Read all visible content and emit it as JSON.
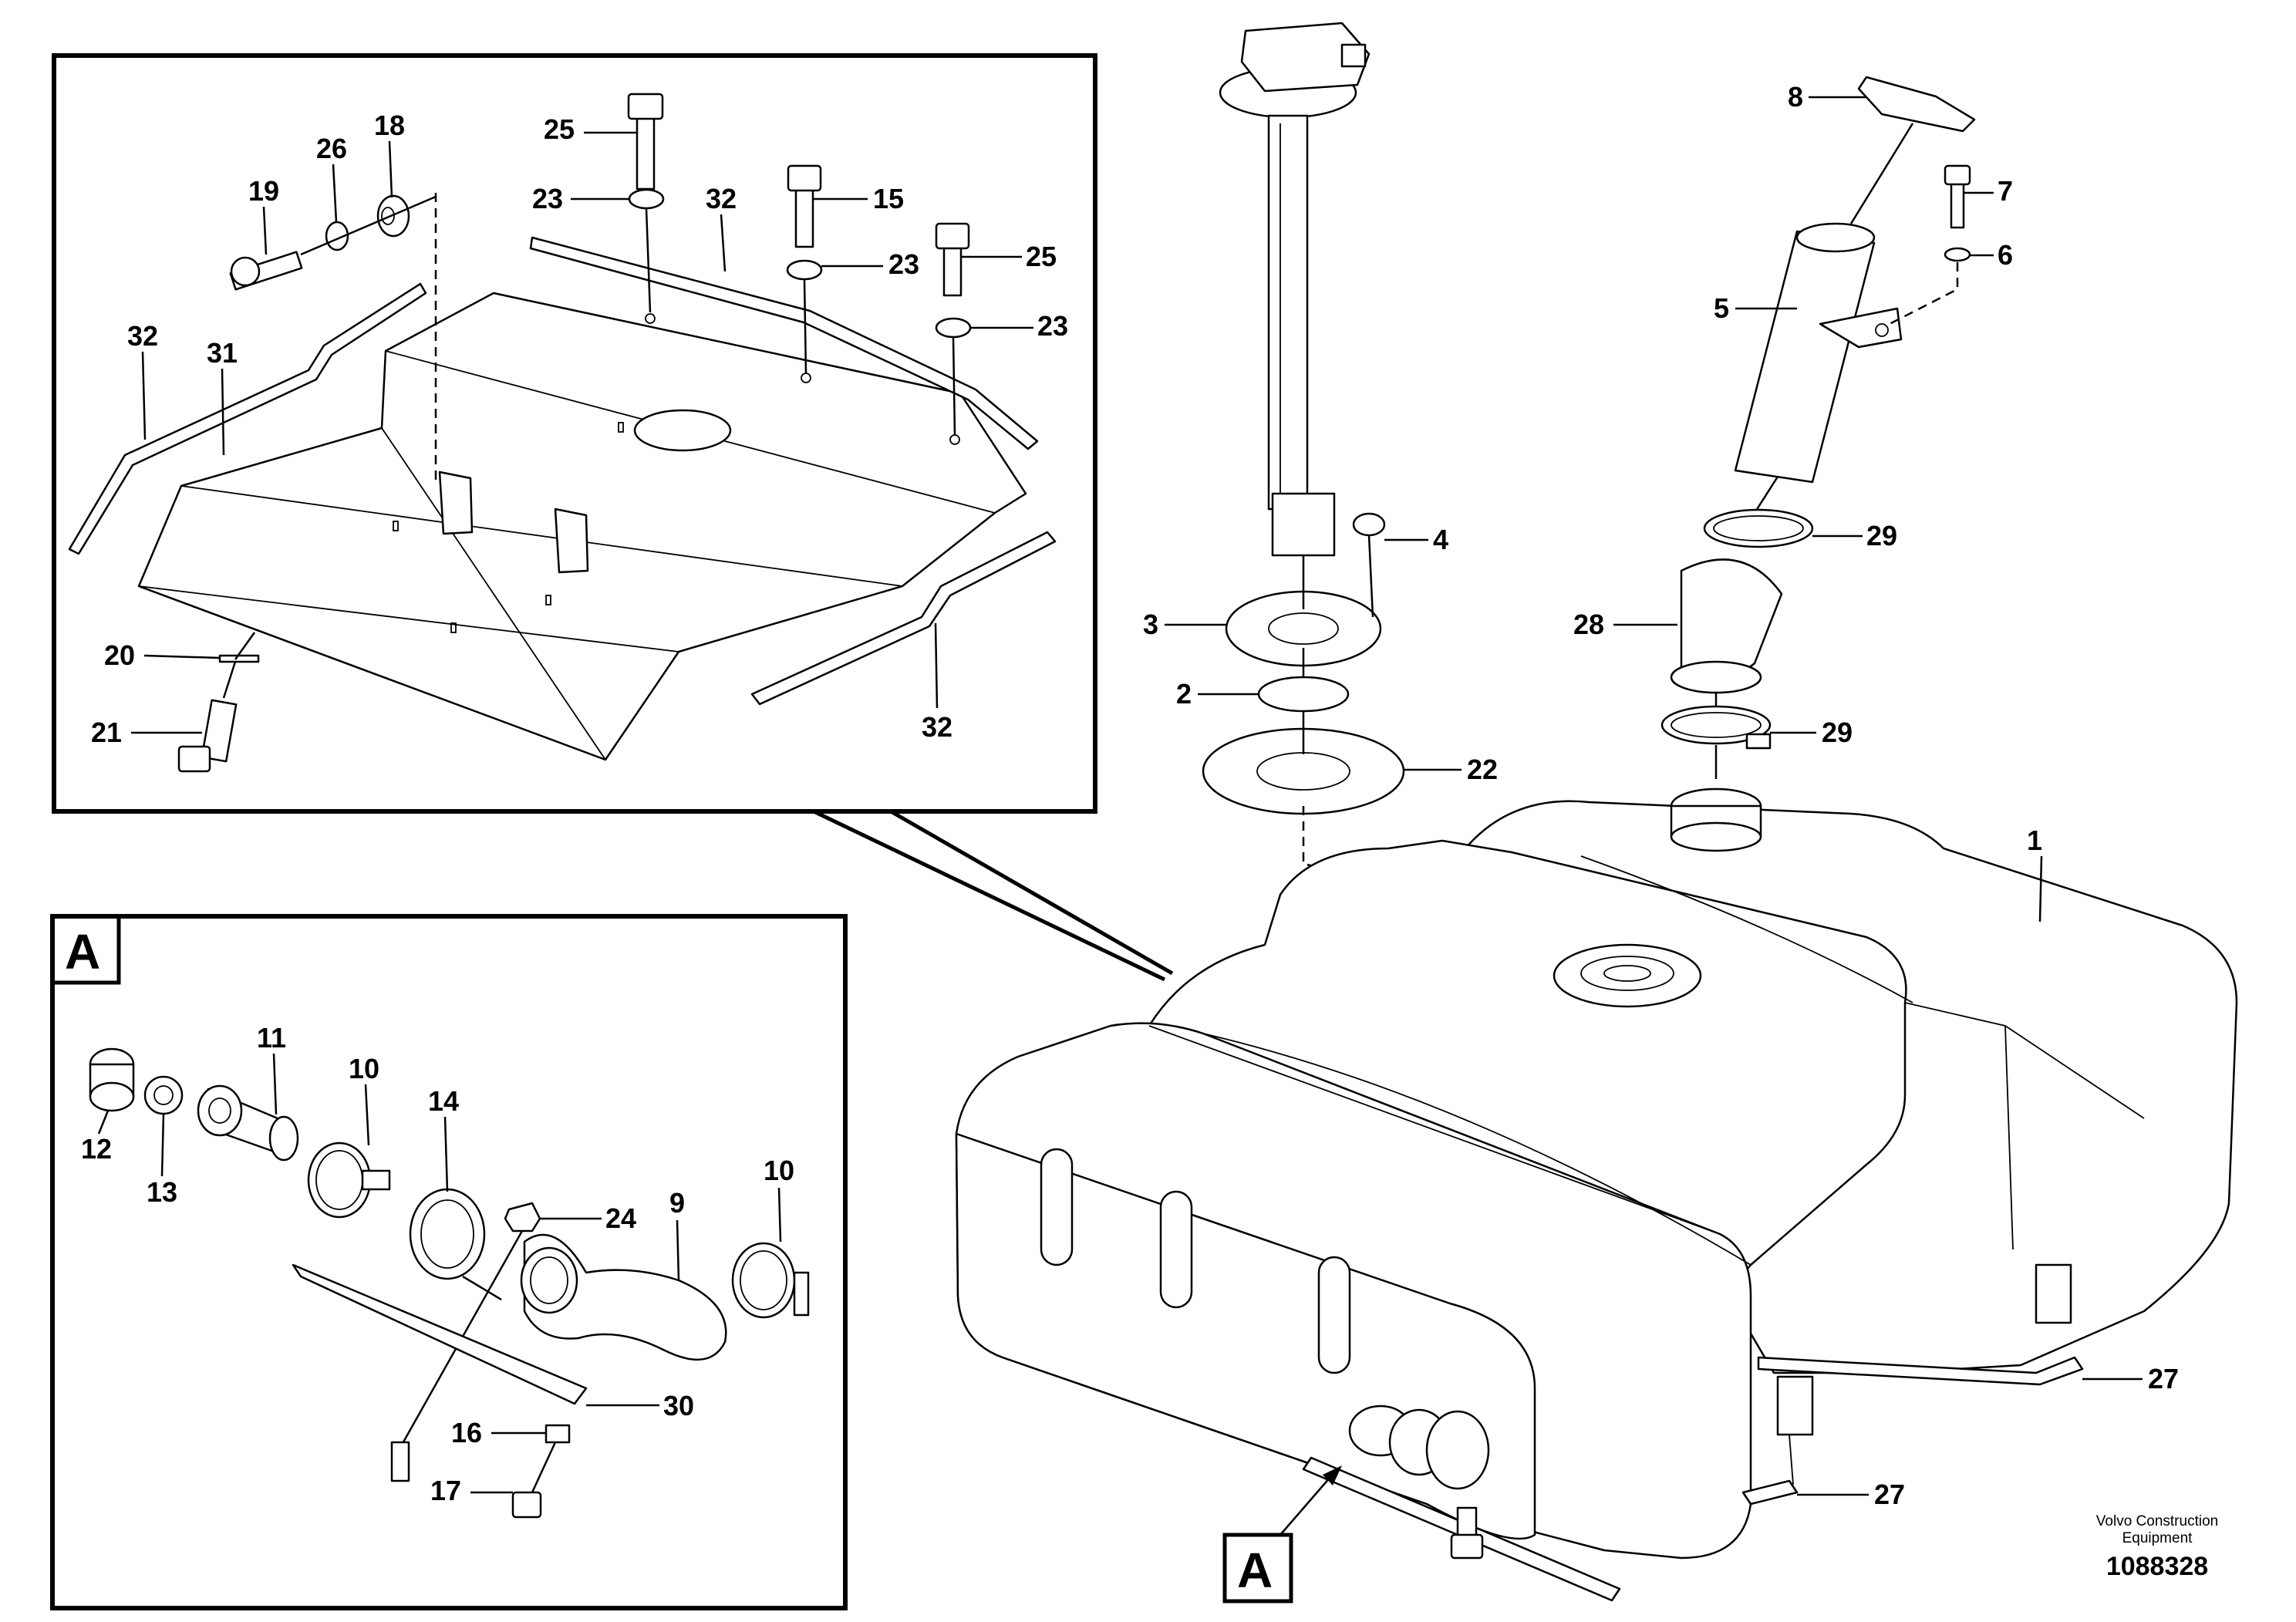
{
  "callouts": {
    "c1": "1",
    "c2": "2",
    "c3": "3",
    "c4": "4",
    "c5": "5",
    "c6": "6",
    "c7": "7",
    "c8": "8",
    "c9": "9",
    "c10a": "10",
    "c10b": "10",
    "c11": "11",
    "c12": "12",
    "c13": "13",
    "c14": "14",
    "c15": "15",
    "c16": "16",
    "c17": "17",
    "c18": "18",
    "c19": "19",
    "c20": "20",
    "c21": "21",
    "c22": "22",
    "c23a": "23",
    "c23b": "23",
    "c23c": "23",
    "c24": "24",
    "c25a": "25",
    "c25b": "25",
    "c26": "26",
    "c27a": "27",
    "c27b": "27",
    "c28": "28",
    "c29a": "29",
    "c29b": "29",
    "c30": "30",
    "c31": "31",
    "c32a": "32",
    "c32b": "32",
    "c32c": "32"
  },
  "detail_view": {
    "label": "A",
    "marker_label": "A"
  },
  "footer": {
    "company_line1": "Volvo Construction",
    "company_line2": "Equipment",
    "drawing_number": "1088328"
  }
}
